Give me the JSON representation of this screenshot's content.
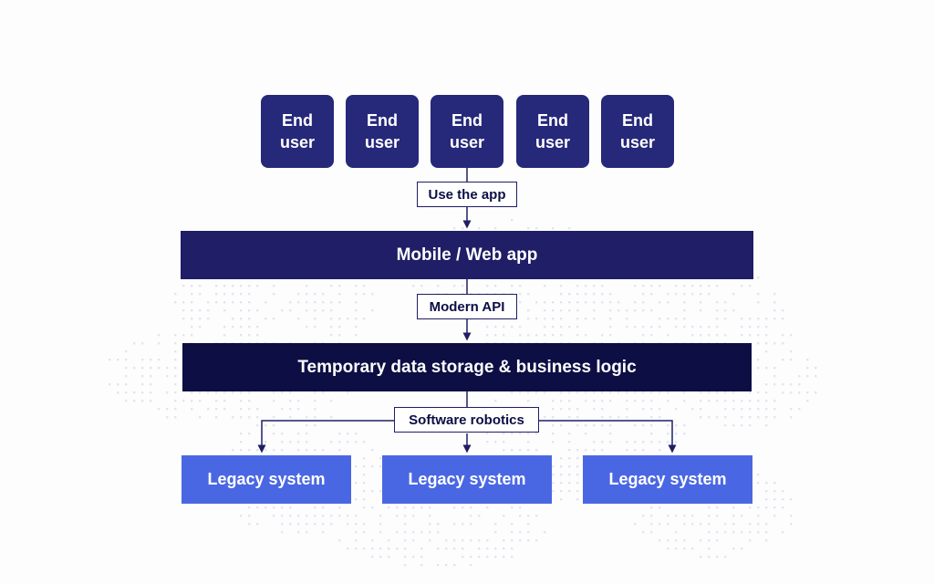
{
  "end_users": [
    {
      "label": "End user"
    },
    {
      "label": "End user"
    },
    {
      "label": "End user"
    },
    {
      "label": "End user"
    },
    {
      "label": "End user"
    }
  ],
  "connectors": {
    "use_app": "Use the app",
    "modern_api": "Modern API",
    "software_robotics": "Software robotics"
  },
  "layers": {
    "mobile_web_app": "Mobile / Web app",
    "temporary_storage": "Temporary data storage & business logic"
  },
  "legacy_systems": [
    {
      "label": "Legacy system"
    },
    {
      "label": "Legacy system"
    },
    {
      "label": "Legacy system"
    }
  ],
  "colors": {
    "end_user": "#26287a",
    "mobile_app": "#1f1e66",
    "temp_storage": "#0c0e44",
    "legacy": "#4a67e3",
    "line": "#1f1e66"
  }
}
